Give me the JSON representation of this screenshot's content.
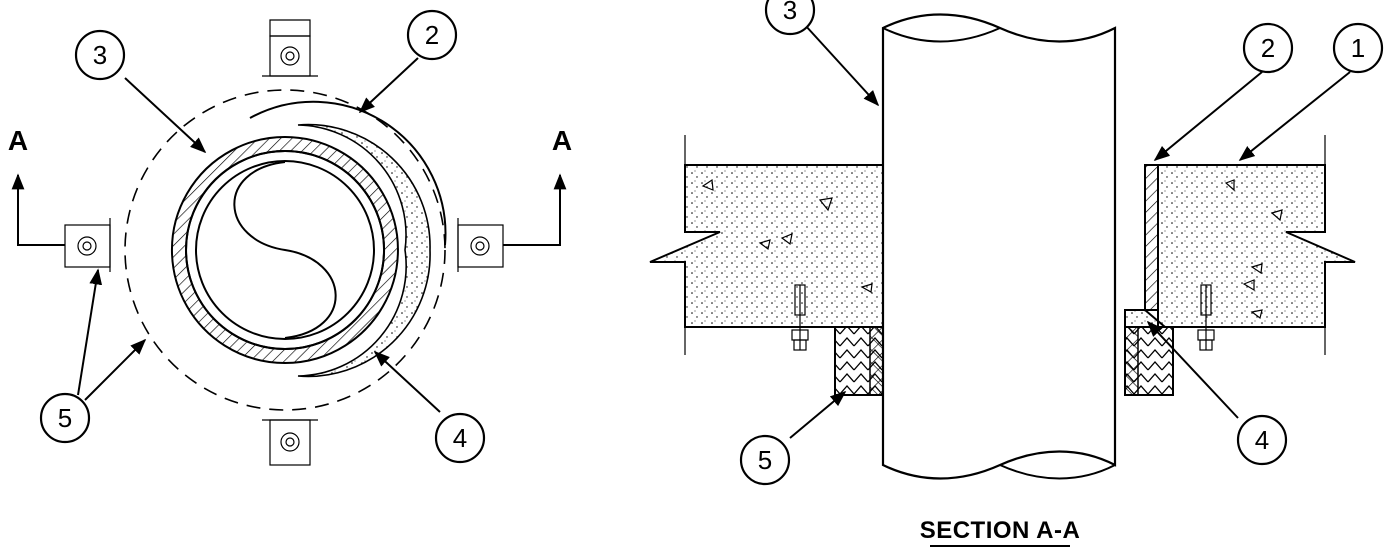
{
  "section_markers": {
    "left": "A",
    "right": "A"
  },
  "section_title": "SECTION A-A",
  "plan_callouts": [
    "3",
    "2",
    "5",
    "4"
  ],
  "section_callouts": [
    "3",
    "2",
    "1",
    "5",
    "4"
  ]
}
